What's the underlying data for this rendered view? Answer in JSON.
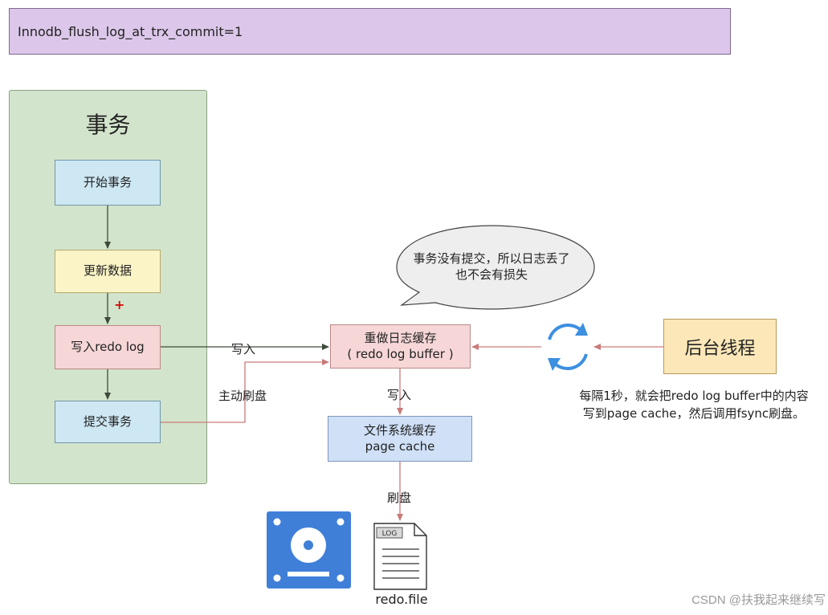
{
  "title": "Innodb_flush_log_at_trx_commit=1",
  "transaction": {
    "title": "事务",
    "steps": [
      "开始事务",
      "更新数据",
      "写入redo log",
      "提交事务"
    ],
    "plus": "+"
  },
  "buffer": {
    "line1": "重做日志缓存",
    "line2": "( redo log buffer )"
  },
  "page_cache": {
    "line1": "文件系统缓存",
    "line2": "page cache"
  },
  "background_thread": "后台线程",
  "labels": {
    "write_to_buffer": "写入",
    "active_flush": "主动刷盘",
    "write_to_cache": "写入",
    "flush": "刷盘"
  },
  "bubble": {
    "line1": "事务没有提交，所以日志丢了",
    "line2": "也不会有损失"
  },
  "note": {
    "line1": "每隔1秒，就会把redo log buffer中的内容",
    "line2": "写到page cache，然后调用fsync刷盘。"
  },
  "file": {
    "badge": "LOG",
    "name": "redo.file"
  },
  "watermark": "CSDN @扶我起来继续写",
  "icons": {
    "disk": "hard-disk-icon",
    "file": "log-file-icon",
    "cycle": "refresh-cycle-icon"
  },
  "colors": {
    "title_bg": "#dcc7ea",
    "panel_bg": "#d3e4cc",
    "arrow_dark": "#3d4a3a",
    "arrow_red": "#c97a7a",
    "disk_blue": "#3f7fd8",
    "cycle_blue": "#3d8fe0"
  }
}
